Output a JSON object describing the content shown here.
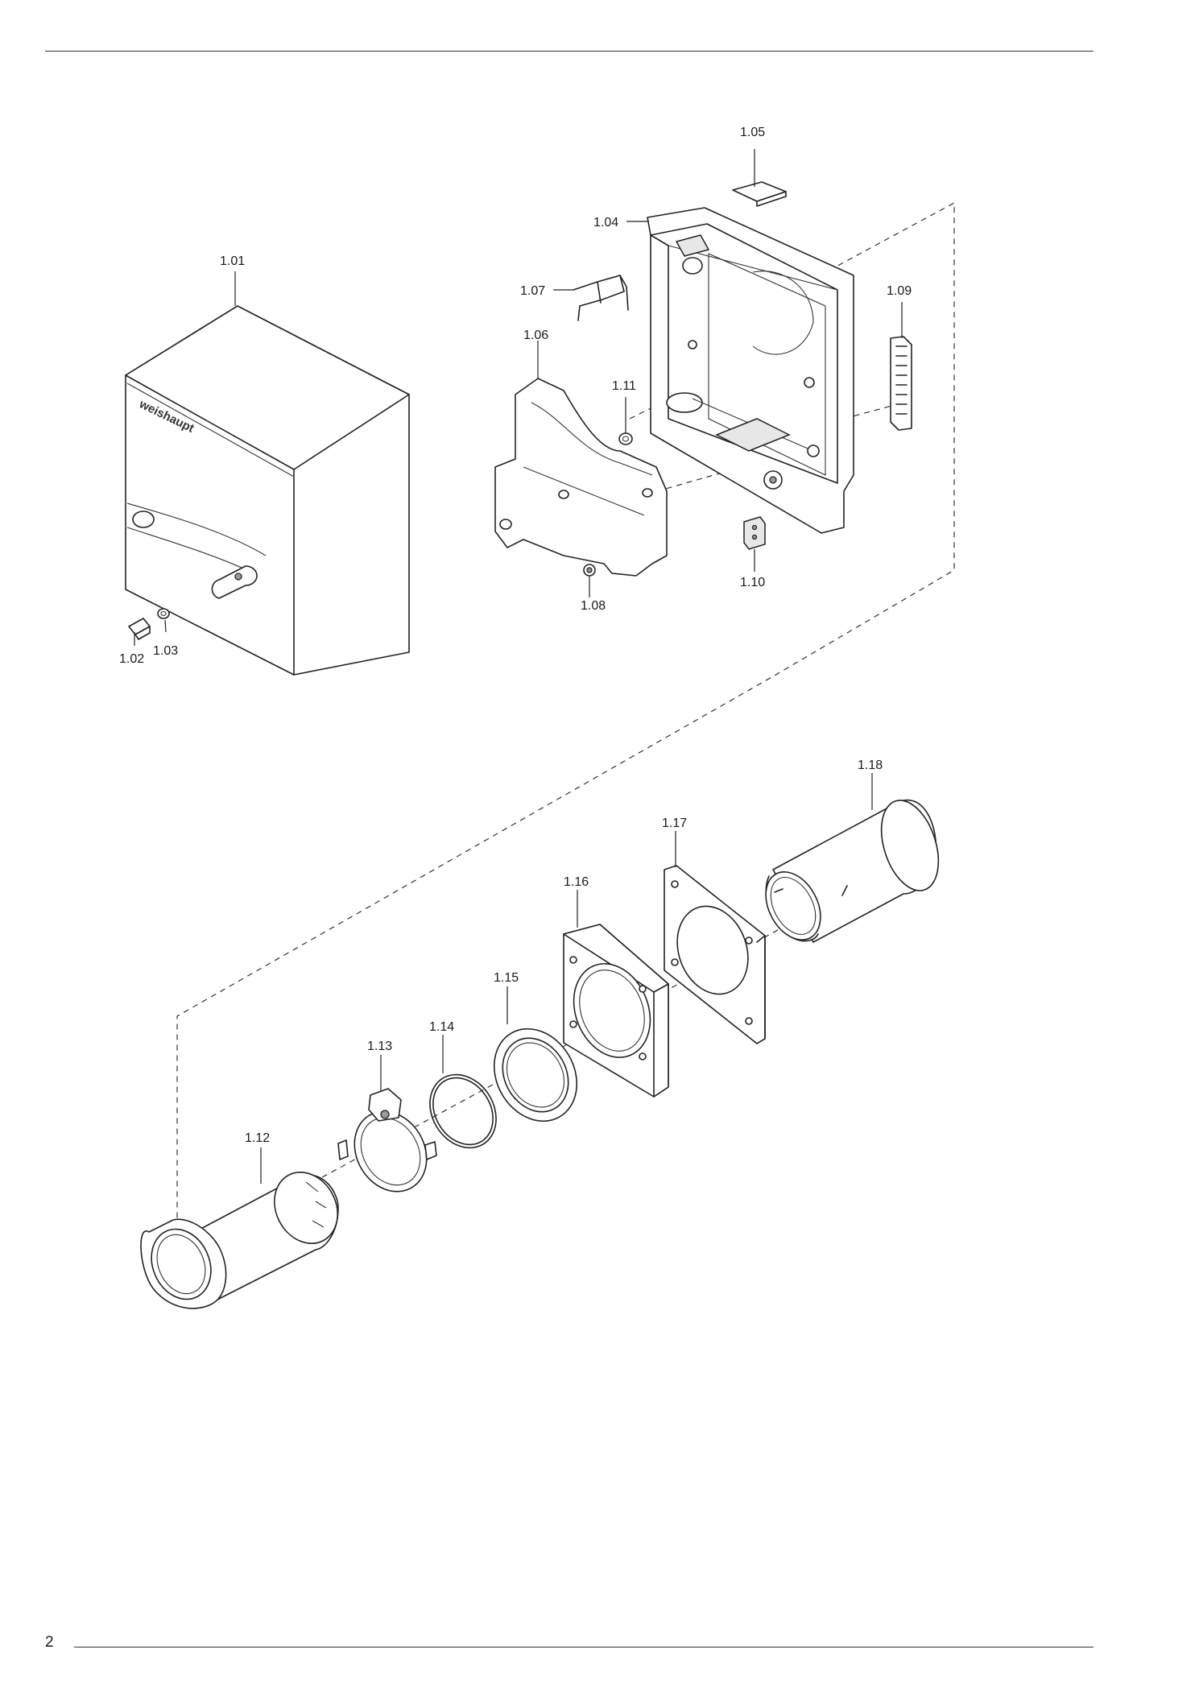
{
  "page": {
    "number": "2"
  },
  "diagram": {
    "brand_text": "weishaupt",
    "parts": [
      {
        "id": "1.01"
      },
      {
        "id": "1.02"
      },
      {
        "id": "1.03"
      },
      {
        "id": "1.04"
      },
      {
        "id": "1.05"
      },
      {
        "id": "1.06"
      },
      {
        "id": "1.07"
      },
      {
        "id": "1.08"
      },
      {
        "id": "1.09"
      },
      {
        "id": "1.10"
      },
      {
        "id": "1.11"
      },
      {
        "id": "1.12"
      },
      {
        "id": "1.13"
      },
      {
        "id": "1.14"
      },
      {
        "id": "1.15"
      },
      {
        "id": "1.16"
      },
      {
        "id": "1.17"
      },
      {
        "id": "1.18"
      }
    ]
  }
}
